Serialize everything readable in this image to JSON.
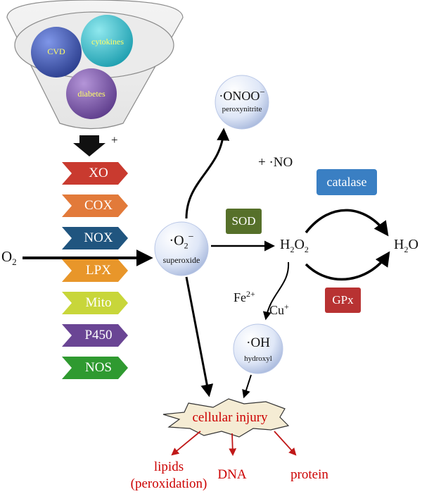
{
  "funnel": {
    "items": [
      {
        "label": "CVD"
      },
      {
        "label": "cytokines"
      },
      {
        "label": "diabetes"
      }
    ],
    "plus": "+"
  },
  "sources": [
    {
      "label": "XO",
      "color": "#c93a2f"
    },
    {
      "label": "COX",
      "color": "#e27a3a"
    },
    {
      "label": "NOX",
      "color": "#20557f"
    },
    {
      "label": "LPX",
      "color": "#e8962a"
    },
    {
      "label": "Mito",
      "color": "#c8d63a"
    },
    {
      "label": "P450",
      "color": "#6a4594"
    },
    {
      "label": "NOS",
      "color": "#2f9a30"
    }
  ],
  "oxygen": {
    "base": "O",
    "sub": "2"
  },
  "superoxide": {
    "formula_base": "O",
    "formula_sub": "2",
    "formula_sup": "−",
    "dot": "·",
    "name": "superoxide"
  },
  "peroxynitrite": {
    "dot": "·",
    "formula": "ONOO",
    "formula_sup": "−",
    "name": "peroxynitrite"
  },
  "nitric_oxide_label": {
    "prefix": "+ ",
    "dot": "·",
    "formula": "NO"
  },
  "hydroxyl": {
    "dot": "·",
    "formula": "OH",
    "name": "hydroxyl"
  },
  "enzymes": {
    "sod": {
      "label": "SOD",
      "color": "#56702a"
    },
    "catalase": {
      "label": "catalase",
      "color": "#3a7fc3"
    },
    "gpx": {
      "label": "GPx",
      "color": "#b83232"
    }
  },
  "h2o2": {
    "a": "H",
    "sub1": "2",
    "b": "O",
    "sub2": "2"
  },
  "water": {
    "a": "H",
    "sub1": "2",
    "b": "O"
  },
  "metals": {
    "fe": "Fe",
    "fe_sup": "2+",
    "cu": "Cu",
    "cu_sup": "+"
  },
  "injury": {
    "label": "cellular injury",
    "targets": [
      {
        "label": "lipids"
      },
      {
        "label": "(peroxidation)"
      },
      {
        "label": "DNA"
      },
      {
        "label": "protein"
      }
    ]
  }
}
